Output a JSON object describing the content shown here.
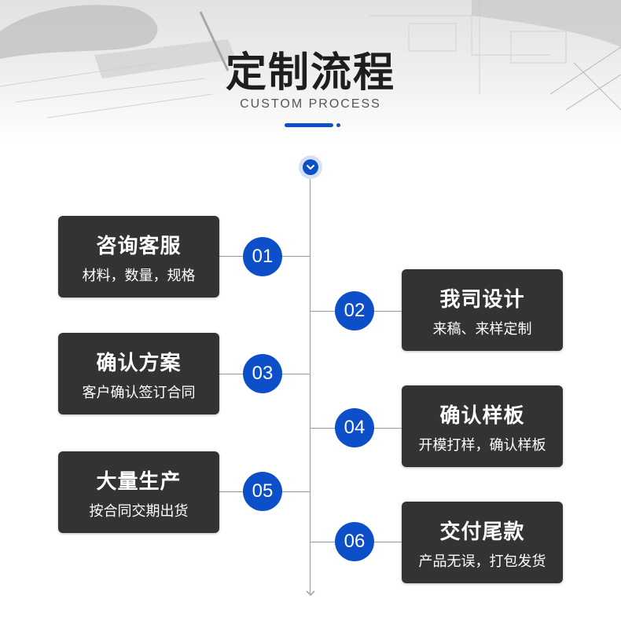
{
  "header": {
    "title": "定制流程",
    "subtitle": "CUSTOM PROCESS"
  },
  "colors": {
    "accent": "#0d4fc9",
    "card_bg": "#333333",
    "line": "#9a9a9a"
  },
  "steps": [
    {
      "number": "01",
      "title": "咨询客服",
      "desc": "材料，数量，规格"
    },
    {
      "number": "02",
      "title": "我司设计",
      "desc": "来稿、来样定制"
    },
    {
      "number": "03",
      "title": "确认方案",
      "desc": "客户确认签订合同"
    },
    {
      "number": "04",
      "title": "确认样板",
      "desc": "开模打样，确认样板"
    },
    {
      "number": "05",
      "title": "大量生产",
      "desc": "按合同交期出货"
    },
    {
      "number": "06",
      "title": "交付尾款",
      "desc": "产品无误，打包发货"
    }
  ]
}
